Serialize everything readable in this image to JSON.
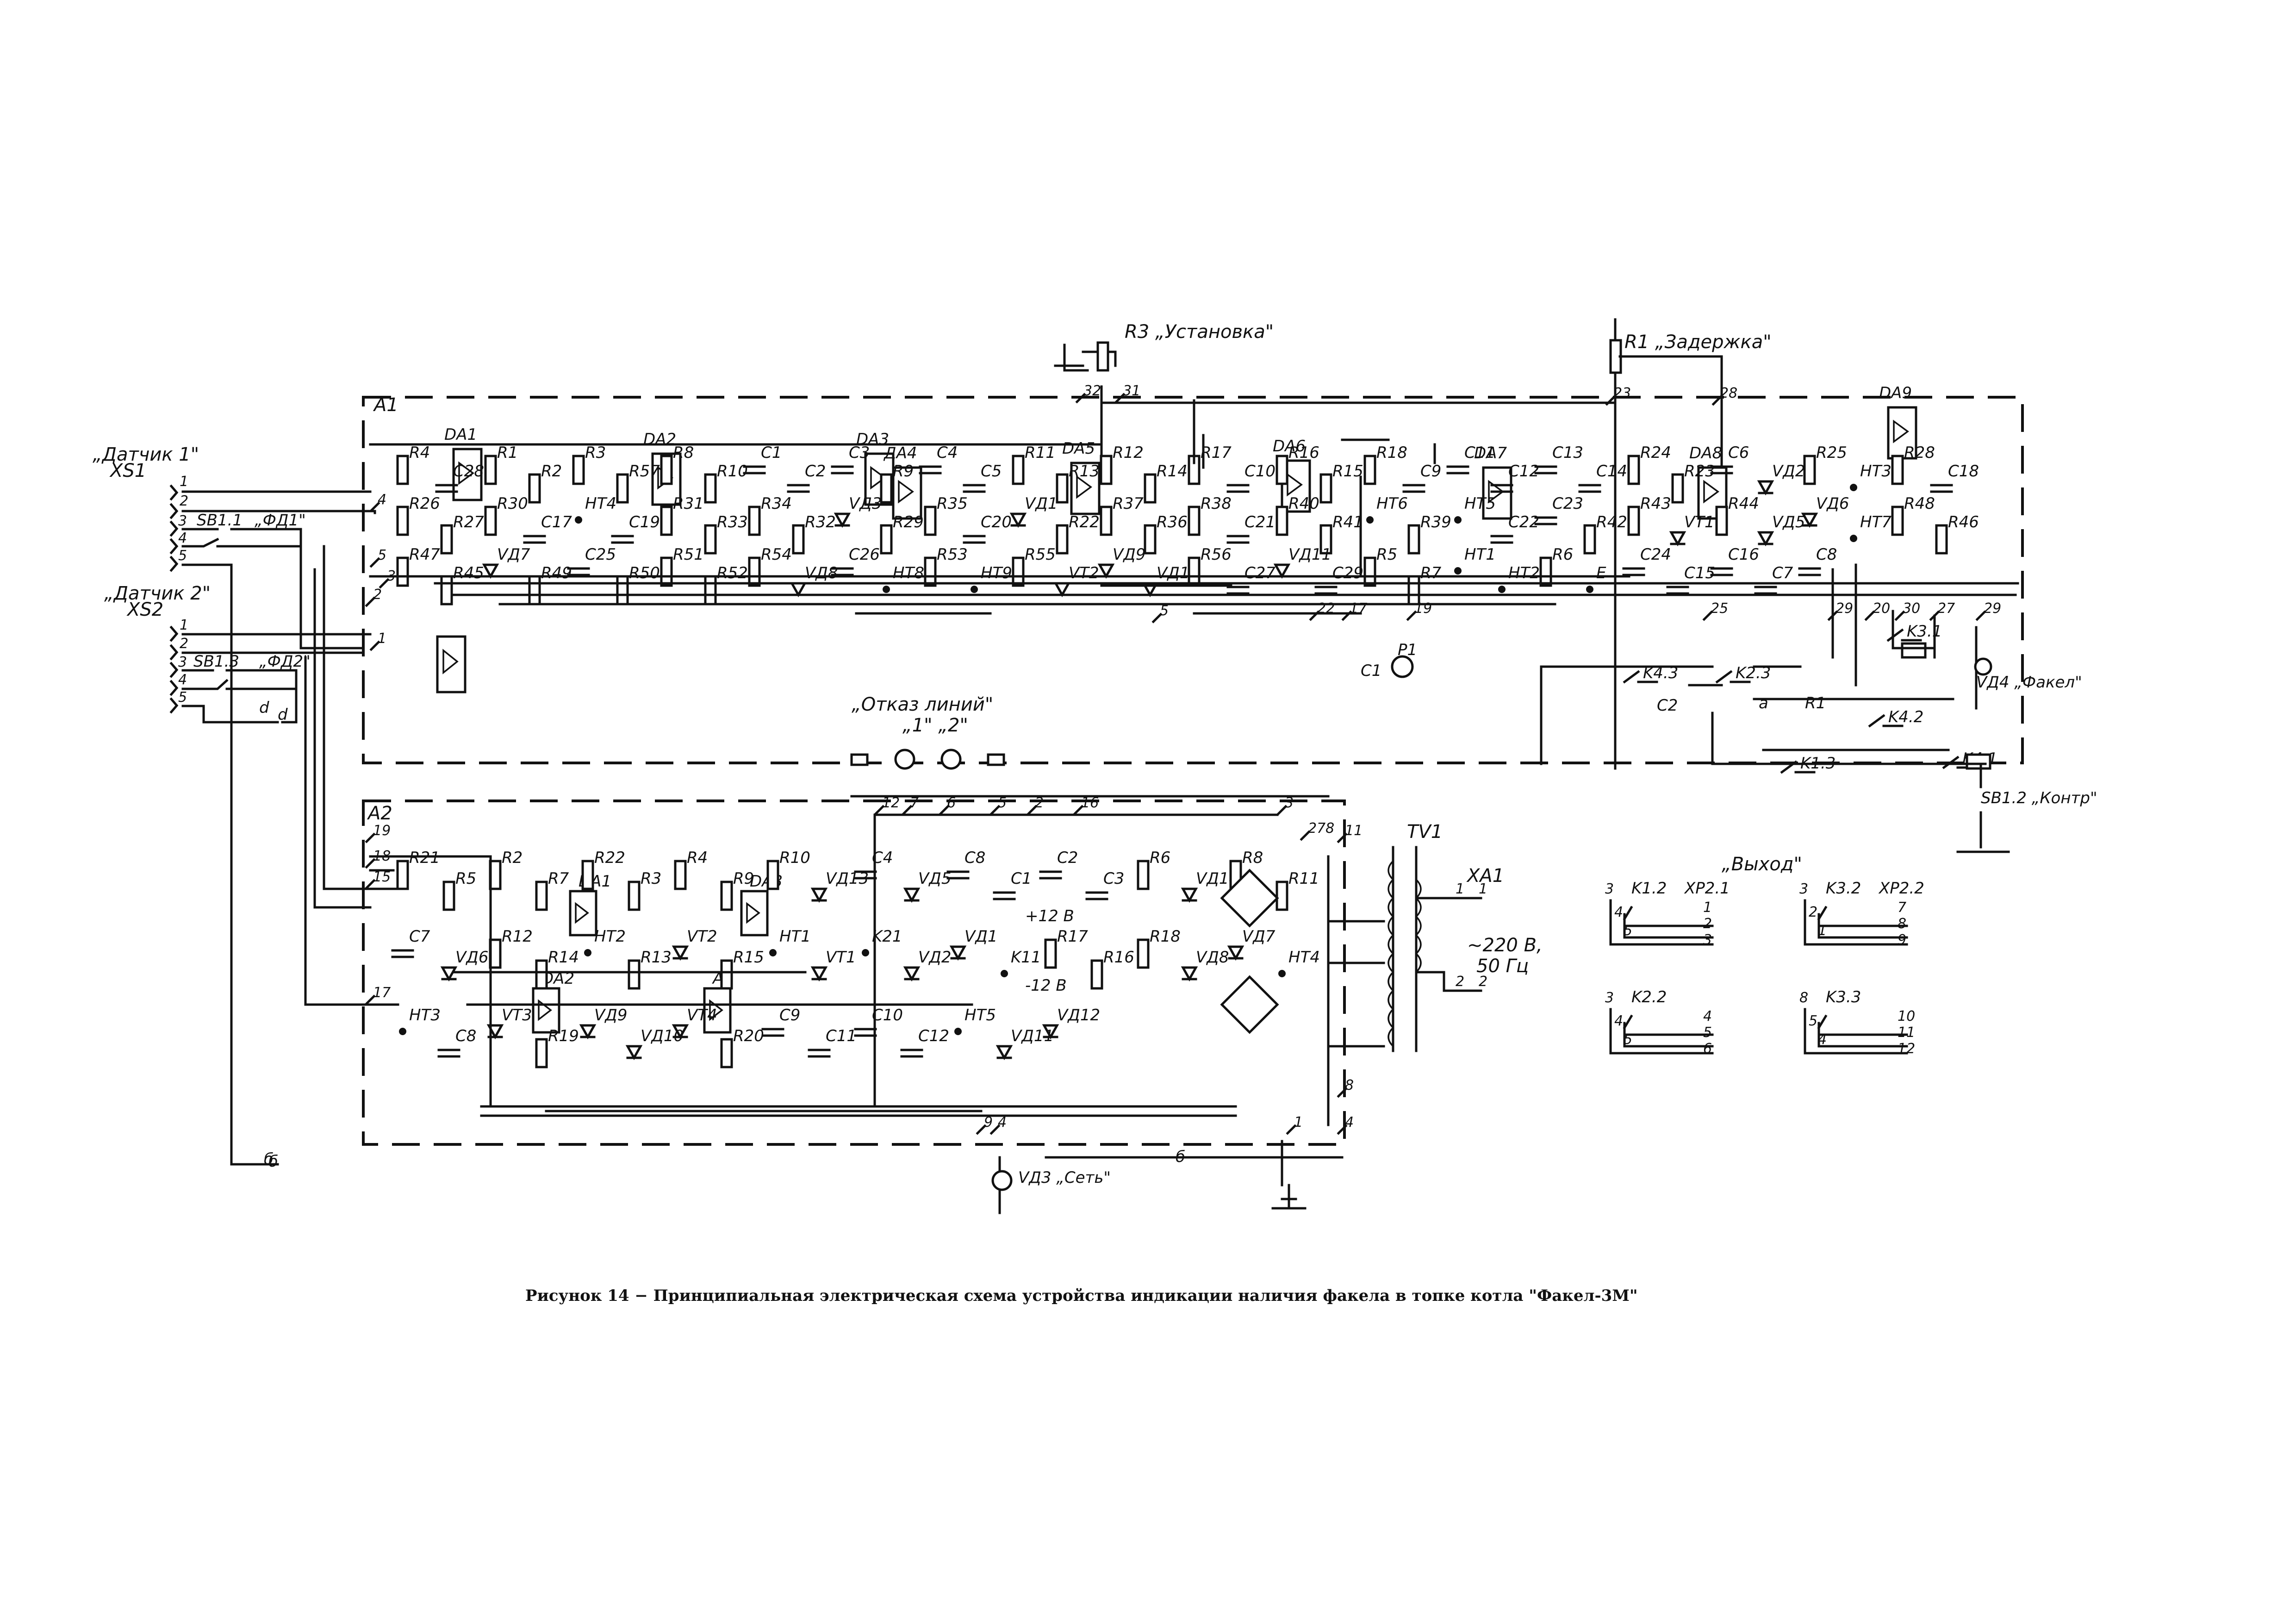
{
  "caption": "Рисунок 14 − Принципиальная электрическая схема устройства индикации наличия факела в топке котла \"Факел-3М\"",
  "blocks": {
    "a1": "A1",
    "a2": "A2"
  },
  "sensors": {
    "s1_title": "„Датчик 1\"",
    "s1_conn": "XS1",
    "s2_title": "„Датчик 2\"",
    "s2_conn": "XS2",
    "sb11": "SB1.1",
    "fd1": "„ФД1\"",
    "sb13": "SB1.3",
    "fd2": "„ФД2\""
  },
  "controls": {
    "r3": "R3 „Установка\"",
    "r1": "R1 „Задержка\"",
    "vd4": "VД4 „Факел\"",
    "sb12": "SB1.2 „Контр\"",
    "vd3": "VД3 „Сеть\"",
    "otkaz": "„Отказ линий\"",
    "otkaz_12": "„1\"  „2\"",
    "vykhod": "„Выход\""
  },
  "power": {
    "tv1": "TV1",
    "xa1": "XA1",
    "mains_v": "~220 В,",
    "mains_f": "50 Гц",
    "p12": "+12 В",
    "m12": "-12 В"
  },
  "ics_a1": [
    "DA1",
    "DA2",
    "DA3",
    "ДА4",
    "DA5",
    "DA6",
    "DA7",
    "DA8",
    "DA9"
  ],
  "ics_a2": [
    "DA1",
    "DA2",
    "DA3",
    "A4"
  ],
  "labels_a1": [
    "R4",
    "C28",
    "R1",
    "R2",
    "R3",
    "R57",
    "R8",
    "R10",
    "C1",
    "C2",
    "C3",
    "R9",
    "C4",
    "C5",
    "R11",
    "R13",
    "R12",
    "R14",
    "R17",
    "C10",
    "R16",
    "R15",
    "R18",
    "C9",
    "C11",
    "C12",
    "C13",
    "C14",
    "R24",
    "R23",
    "C6",
    "VД2",
    "R25",
    "HT3",
    "R28",
    "C18",
    "R26",
    "R27",
    "R30",
    "C17",
    "HT4",
    "C19",
    "R31",
    "R33",
    "R34",
    "R32",
    "VД3",
    "R29",
    "R35",
    "C20",
    "VД1",
    "R22",
    "R37",
    "R36",
    "R38",
    "C21",
    "R40",
    "R41",
    "HT6",
    "R39",
    "HT5",
    "C22",
    "C23",
    "R42",
    "R43",
    "VT1",
    "R44",
    "VД5",
    "VД6",
    "HT7",
    "R48",
    "R46",
    "R47",
    "R45",
    "VД7",
    "R49",
    "C25",
    "R50",
    "R51",
    "R52",
    "R54",
    "VД8",
    "C26",
    "HT8",
    "R53",
    "HT9",
    "R55",
    "VT2",
    "VД9",
    "VД10",
    "R56",
    "C27",
    "VД11",
    "C29",
    "R5",
    "R7",
    "HT1",
    "HT2",
    "R6",
    "E",
    "C24",
    "C15",
    "C16",
    "C7",
    "C8"
  ],
  "labels_a2": [
    "R21",
    "R5",
    "R2",
    "R7",
    "R22",
    "R3",
    "R4",
    "R9",
    "R10",
    "VД13",
    "C4",
    "VД5",
    "C8",
    "C1",
    "C2",
    "C3",
    "R6",
    "VД14",
    "R8",
    "R11",
    "C7",
    "VД6",
    "R12",
    "R14",
    "HT2",
    "R13",
    "VT2",
    "R15",
    "HT1",
    "VT1",
    "K21",
    "VД2",
    "VД1",
    "K11",
    "R17",
    "R16",
    "R18",
    "VД8",
    "VД7",
    "HT4",
    "HT3",
    "C8",
    "VT3",
    "R19",
    "VД9",
    "VД10",
    "VT4",
    "R20",
    "C9",
    "C11",
    "C10",
    "C12",
    "HT5",
    "VД11",
    "VД12"
  ],
  "terminals_a1": [
    "4",
    "5",
    "1",
    "2",
    "3",
    "32",
    "31",
    "22",
    "17",
    "19",
    "5",
    "23",
    "28",
    "25",
    "29",
    "20",
    "30",
    "27",
    "29"
  ],
  "terminals_a2": [
    "19",
    "18",
    "15",
    "17",
    "12",
    "7",
    "6",
    "5",
    "2",
    "16",
    "3",
    "4",
    "1",
    "9",
    "4",
    "8",
    "11",
    "278"
  ],
  "relays": [
    "K3.1",
    "K4.3",
    "K2.3",
    "K4.2",
    "K1.3",
    "K4.1",
    "C1",
    "P1",
    "C2",
    "R1",
    "a",
    "d",
    "б"
  ],
  "outputs": [
    {
      "k": "K1.2",
      "conn": "XP2.1",
      "pins_l": [
        "3",
        "4",
        "5"
      ],
      "pins_r": [
        "1",
        "2",
        "3"
      ]
    },
    {
      "k": "K3.2",
      "conn": "XP2.2",
      "pins_l": [
        "3",
        "2",
        "1"
      ],
      "pins_r": [
        "7",
        "8",
        "9"
      ]
    },
    {
      "k": "K2.2",
      "conn": "",
      "pins_l": [
        "3",
        "4",
        "5"
      ],
      "pins_r": [
        "4",
        "5",
        "6"
      ]
    },
    {
      "k": "K3.3",
      "conn": "",
      "pins_l": [
        "8",
        "5",
        "4"
      ],
      "pins_r": [
        "10",
        "11",
        "12"
      ]
    }
  ]
}
